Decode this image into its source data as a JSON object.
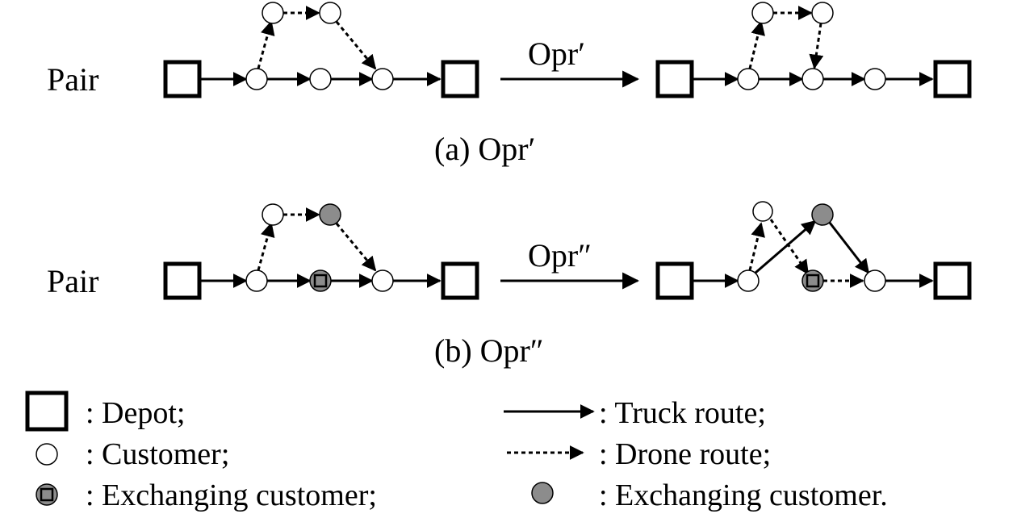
{
  "row_a": {
    "row_label": "Pair",
    "operator_label": "Opr′",
    "caption": "(a) Opr′"
  },
  "row_b": {
    "row_label": "Pair",
    "operator_label": "Opr″",
    "caption": "(b) Opr″"
  },
  "legend": {
    "depot": ": Depot;",
    "customer": ": Customer;",
    "exchanging_square": ": Exchanging customer;",
    "truck_route": ": Truck route;",
    "drone_route": ": Drone route;",
    "exchanging_gray": ": Exchanging customer."
  },
  "colors": {
    "stroke": "#000000",
    "exchanging_fill": "#8c8c8c",
    "customer_fill": "#ffffff"
  }
}
